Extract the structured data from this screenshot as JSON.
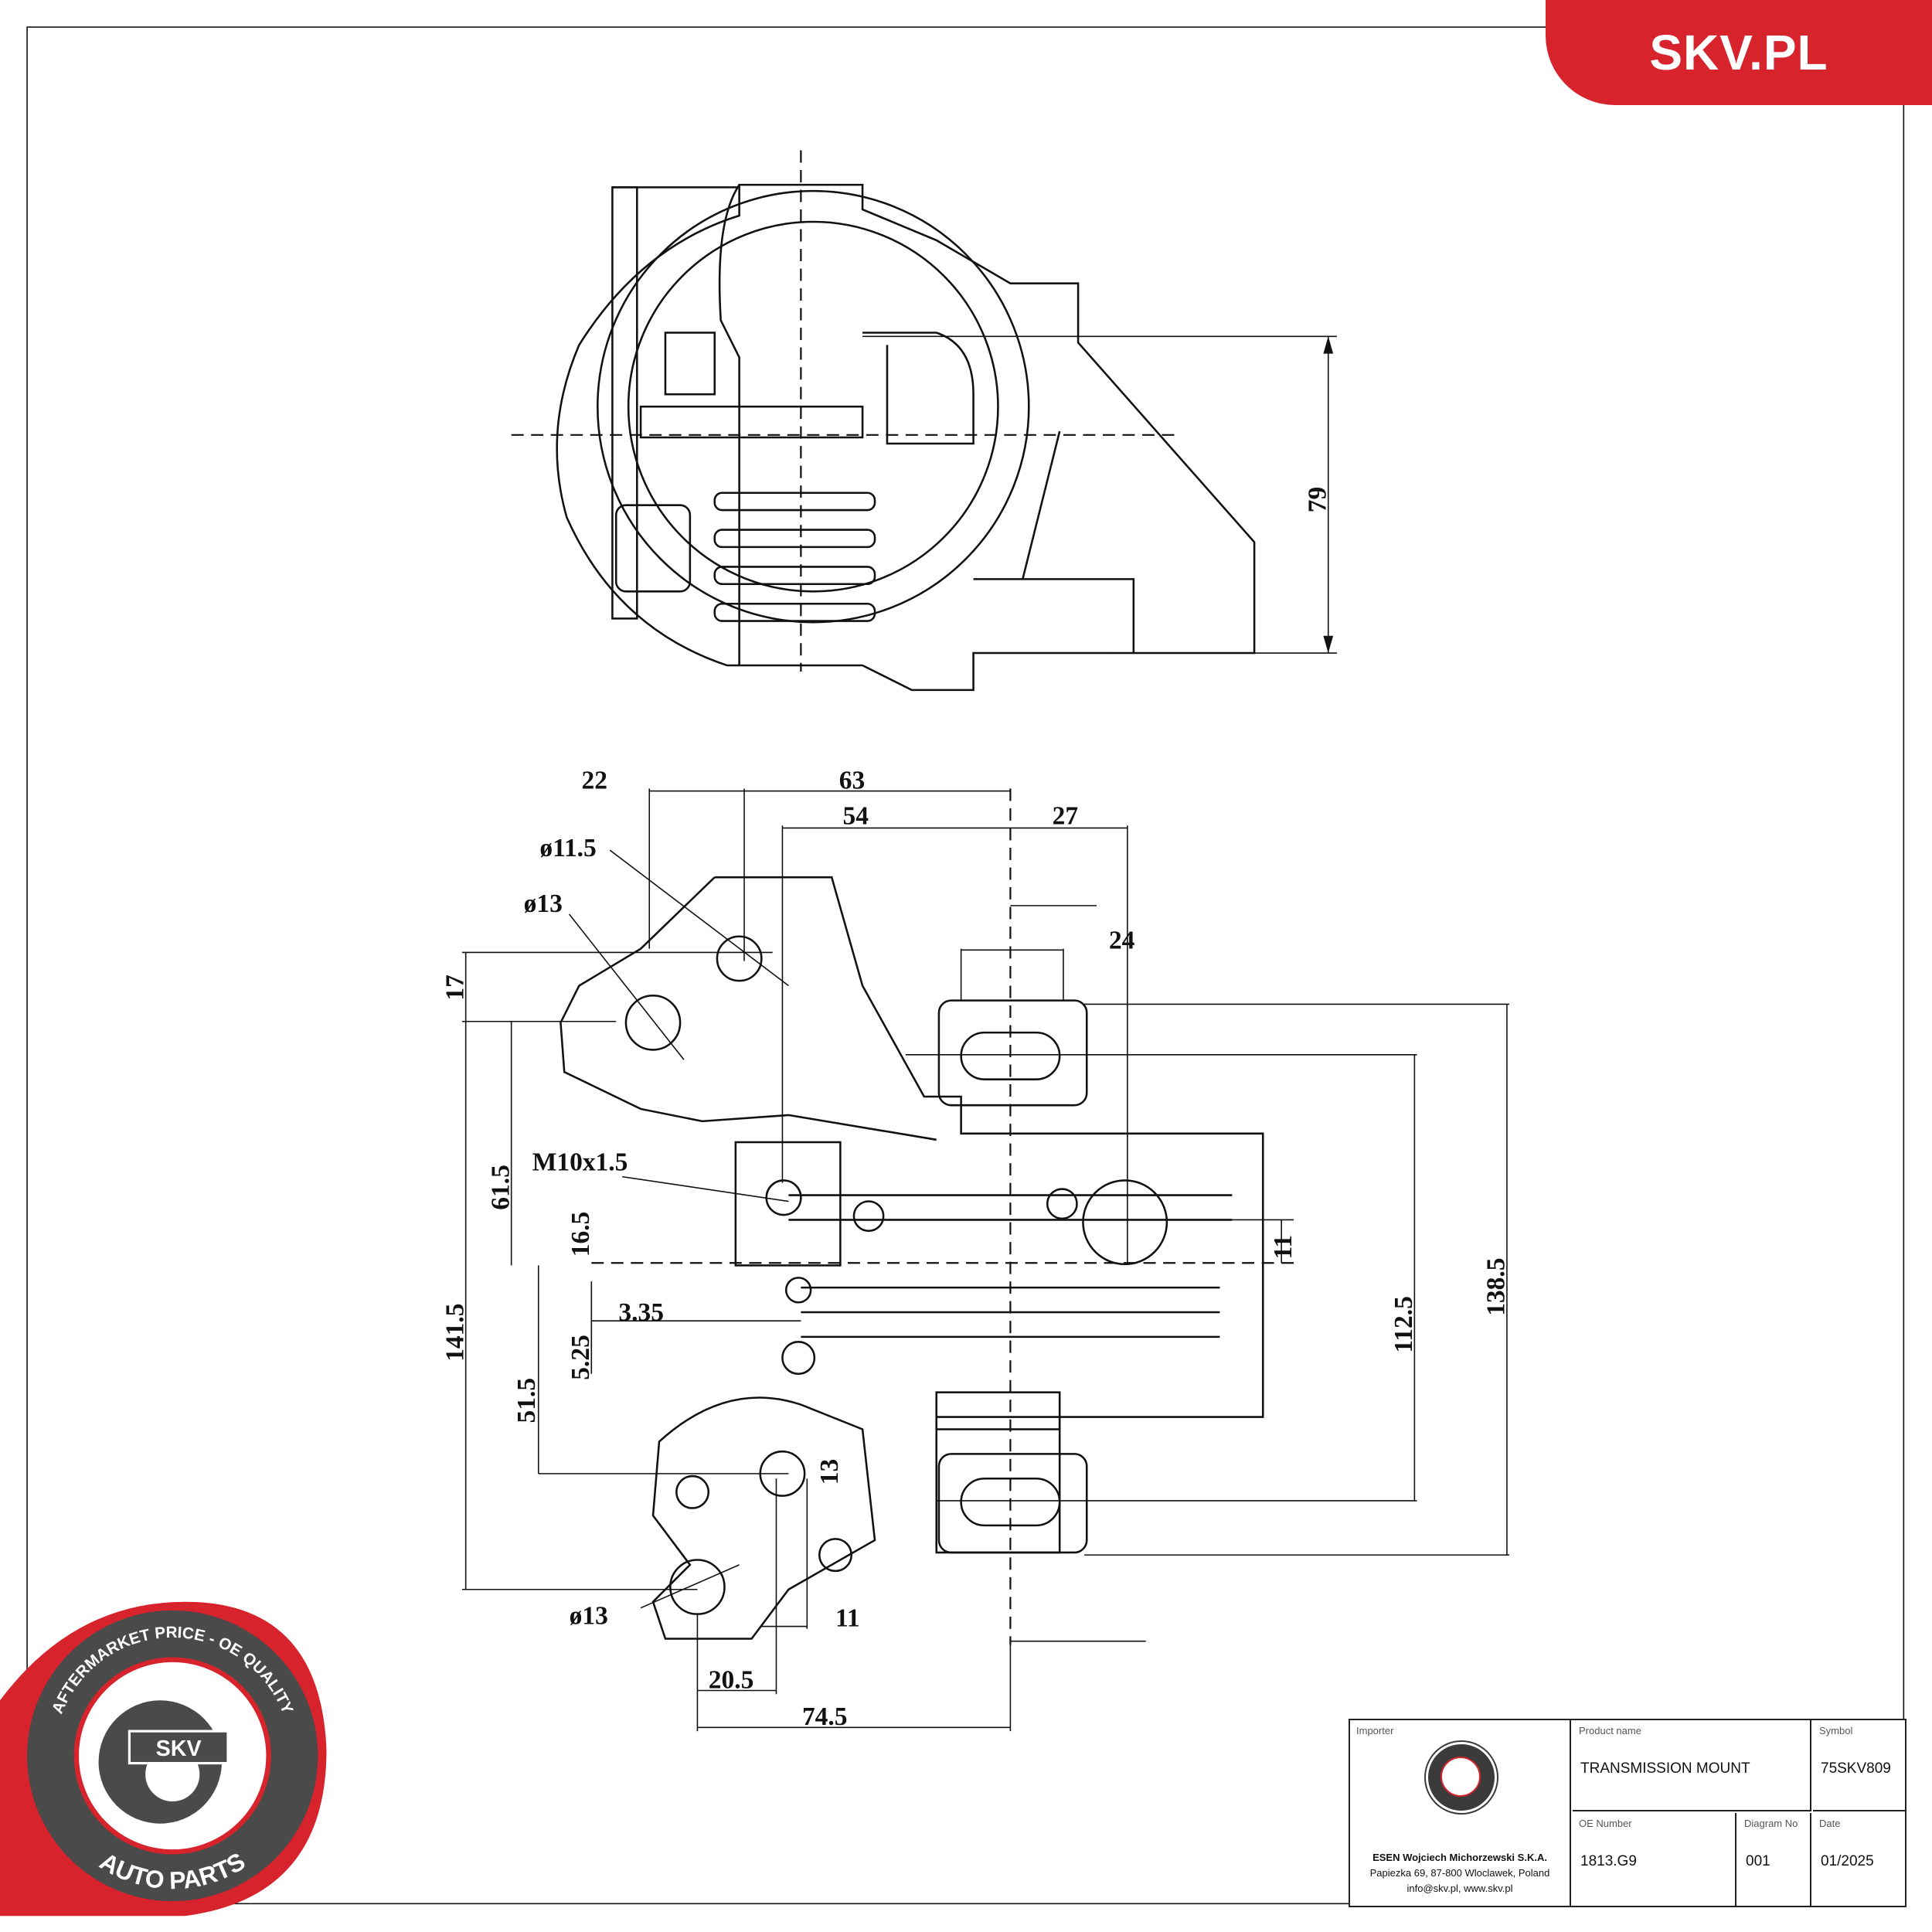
{
  "brand": {
    "label": "SKV.PL",
    "color": "#d7232b"
  },
  "badge": {
    "top_text": "AFTERMARKET PRICE - OE QUALITY",
    "bottom_text": "AUTO PARTS",
    "center_text": "SKV",
    "ring_color": "#d7232b",
    "body_color": "#4a4a4a"
  },
  "dimensions": {
    "d22": "22",
    "d63": "63",
    "d54": "54",
    "d27": "27",
    "d24": "24",
    "hole_11_5": "ø11.5",
    "hole_13_top": "ø13",
    "hole_13_bottom": "ø13",
    "d17": "17",
    "d61_5": "61.5",
    "thread": "M10x1.5",
    "d16_5": "16.5",
    "d11_right": "11",
    "d3_35": "3.35",
    "d5_25": "5.25",
    "d141_5": "141.5",
    "d112_5": "112.5",
    "d138_5": "138.5",
    "d51_5": "51.5",
    "d13": "13",
    "d11_bottom": "11",
    "d20_5": "20.5",
    "d74_5": "74.5",
    "d79": "79"
  },
  "title_block": {
    "importer_label": "Importer",
    "importer_name": "ESEN Wojciech Michorzewski S.K.A.",
    "importer_address": "Papiezka 69, 87-800 Wloclawek, Poland",
    "importer_contact": "info@skv.pl, www.skv.pl",
    "product_name_label": "Product name",
    "product_name": "TRANSMISSION MOUNT",
    "symbol_label": "Symbol",
    "symbol": "75SKV809",
    "oe_number_label": "OE Number",
    "oe_number": "1813.G9",
    "diagram_no_label": "Diagram No",
    "diagram_no": "001",
    "date_label": "Date",
    "date": "01/2025"
  }
}
